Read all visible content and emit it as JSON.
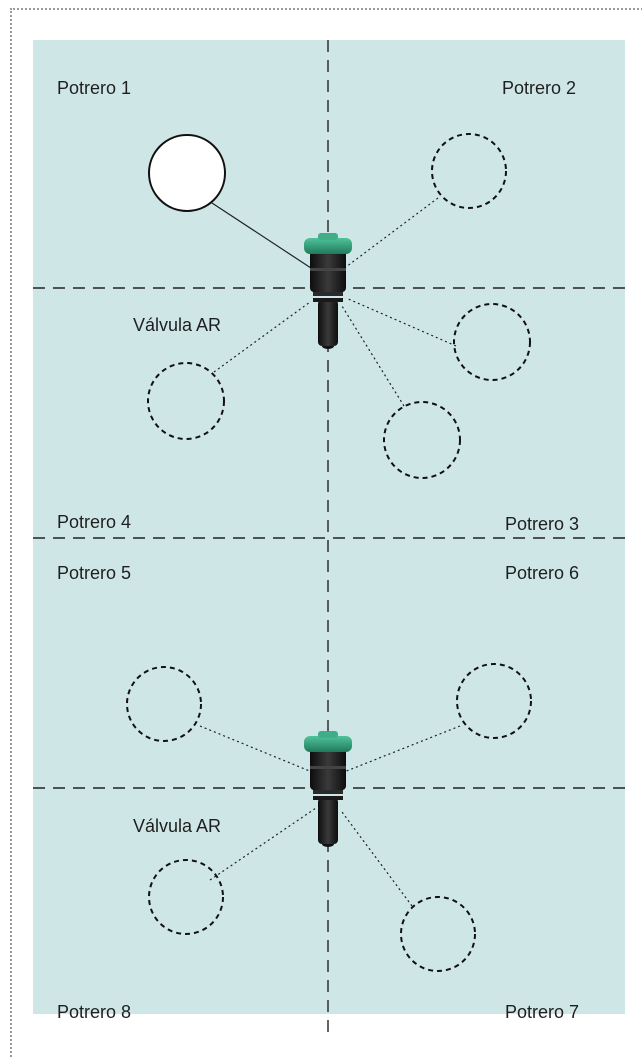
{
  "section_top": {
    "labels": {
      "potrero_1": "Potrero 1",
      "potrero_2": "Potrero 2",
      "potrero_3": "Potrero 3",
      "potrero_4": "Potrero 4"
    },
    "valve_label": "Válvula AR"
  },
  "section_bottom": {
    "labels": {
      "potrero_5": "Potrero 5",
      "potrero_6": "Potrero 6",
      "potrero_7": "Potrero 7",
      "potrero_8": "Potrero 8"
    },
    "valve_label": "Válvula AR"
  },
  "colors": {
    "field": "#cfe6e7",
    "valve_cap": "#2e9e7a",
    "valve_body": "#1c1c1c",
    "line": "#222222"
  }
}
